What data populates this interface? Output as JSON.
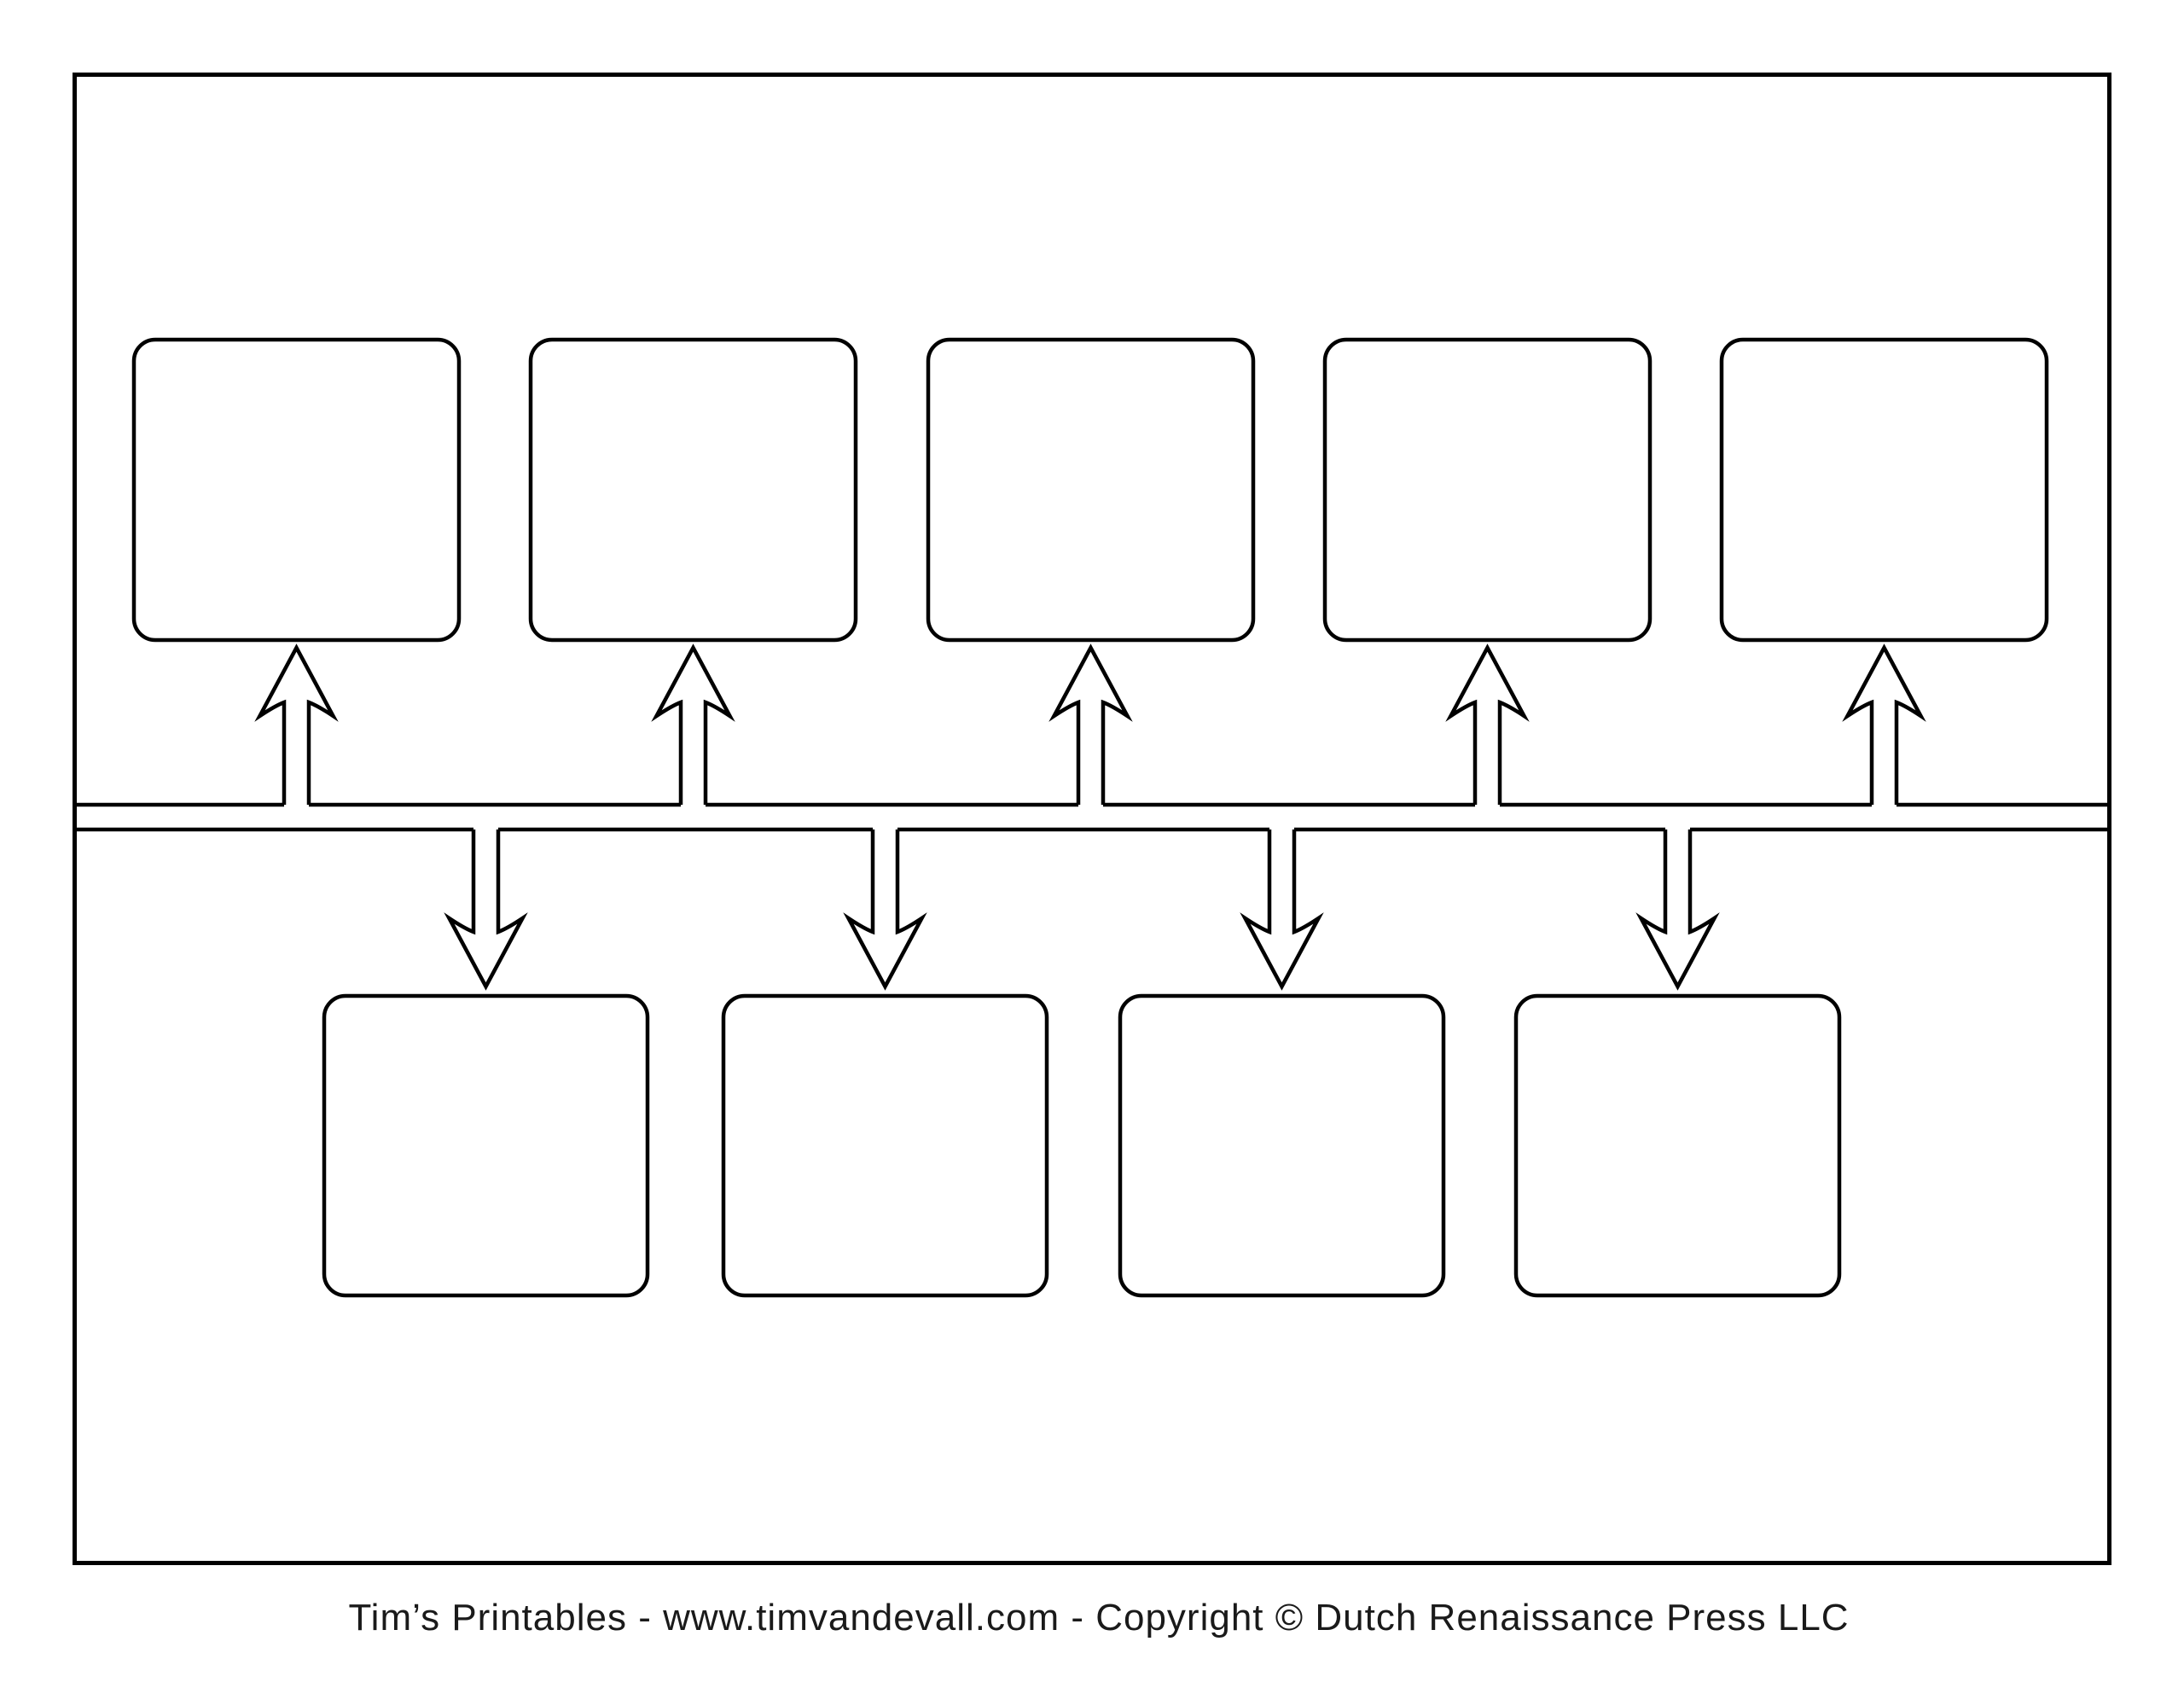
{
  "page": {
    "background_color": "#ffffff",
    "ink_color": "#000000"
  },
  "diagram": {
    "type": "blank-timeline-template",
    "orientation": "horizontal",
    "timeline_band": {
      "upper_line": "",
      "lower_line": ""
    },
    "top_boxes": [
      "",
      "",
      "",
      "",
      ""
    ],
    "bottom_boxes": [
      "",
      "",
      "",
      ""
    ],
    "up_arrow_count": 5,
    "down_arrow_count": 4
  },
  "footer": {
    "credit": "Tim’s Printables - www.timvandevall.com  - Copyright © Dutch Renaissance Press LLC"
  }
}
